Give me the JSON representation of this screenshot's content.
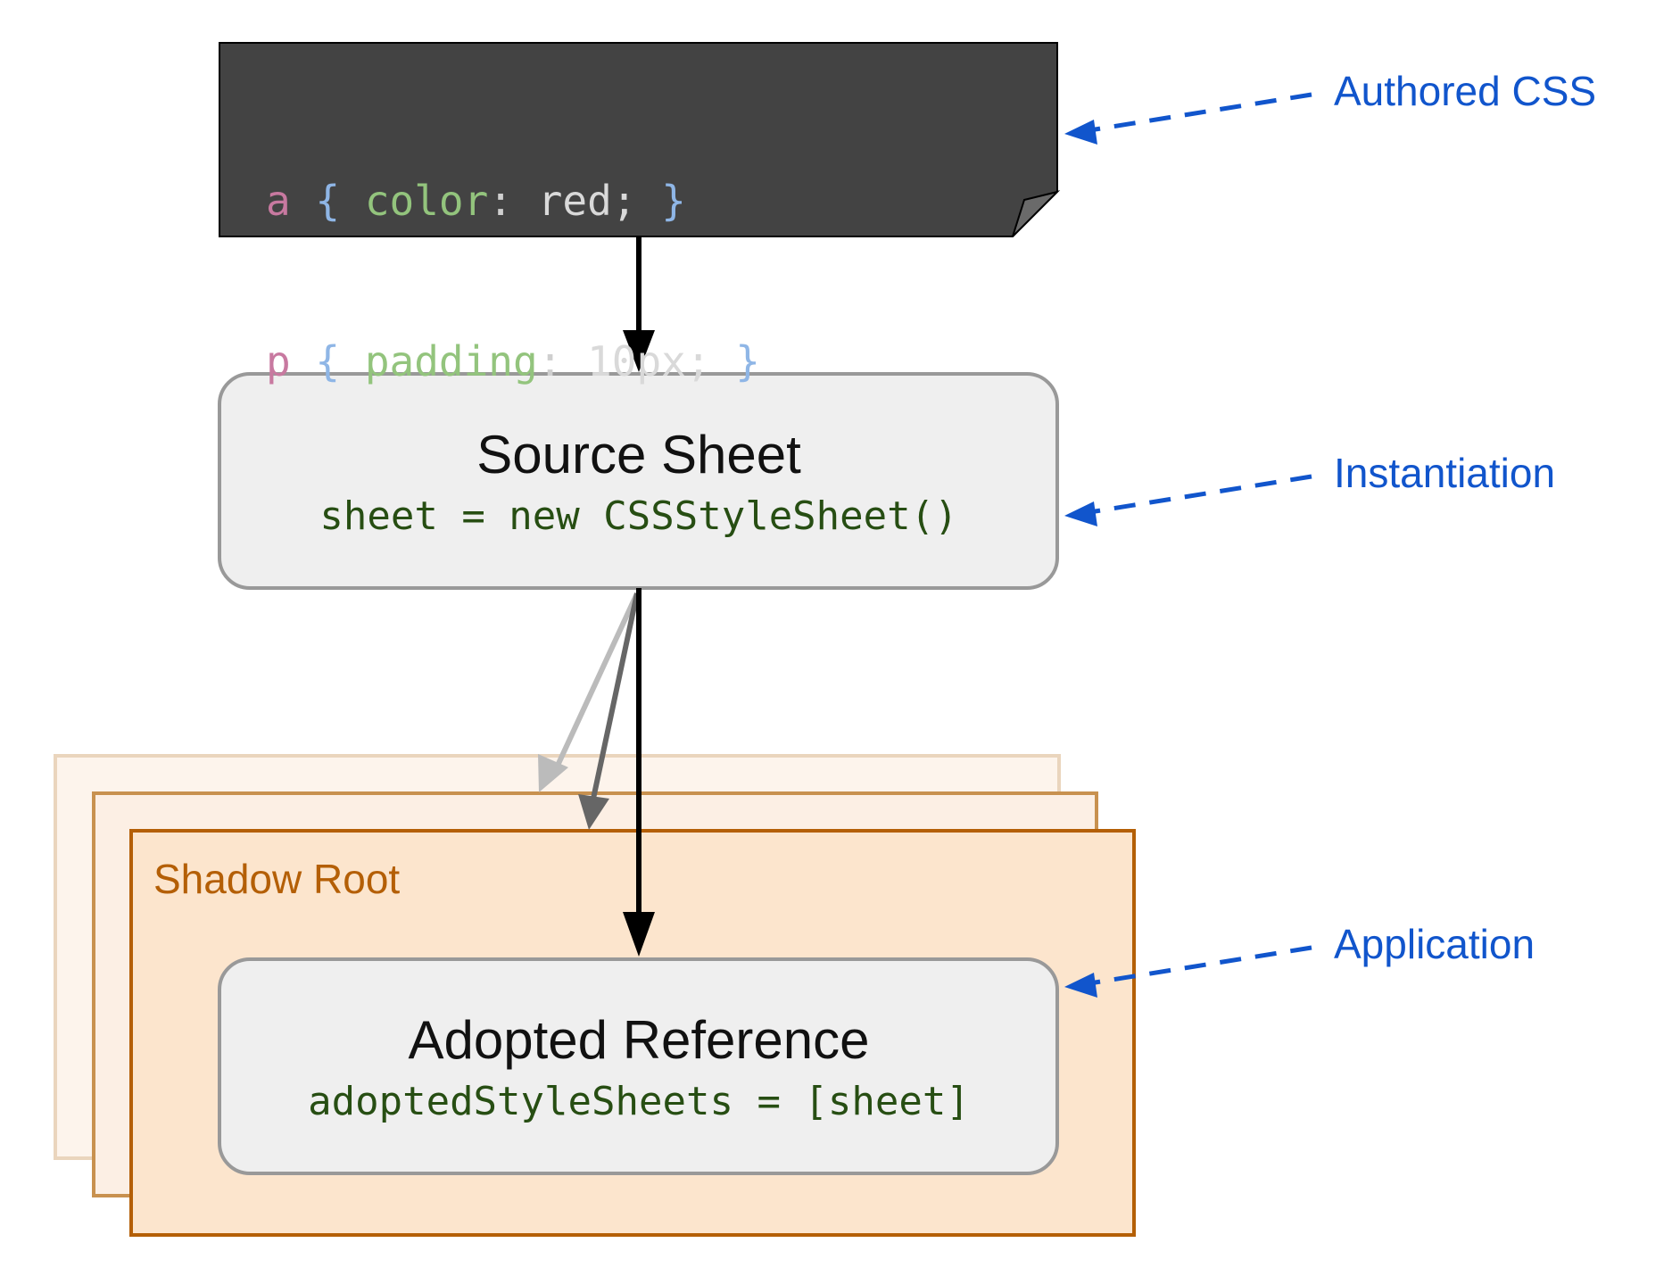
{
  "code_card": {
    "lines": [
      {
        "selector": "a",
        "open": "{",
        "property": "color",
        "colon": ":",
        "value": "red;",
        "close": "}"
      },
      {
        "selector": "p",
        "open": "{",
        "property": "padding",
        "colon": ":",
        "value": "10px;",
        "close": "}"
      }
    ]
  },
  "source_sheet": {
    "title": "Source Sheet",
    "code": "sheet = new CSSStyleSheet()"
  },
  "shadow_root": {
    "label": "Shadow Root"
  },
  "adopted_reference": {
    "title": "Adopted Reference",
    "code": "adoptedStyleSheets = [sheet]"
  },
  "callouts": {
    "authored": "Authored CSS",
    "instantiation": "Instantiation",
    "application": "Application"
  },
  "colors": {
    "code_bg": "#434343",
    "box_fill": "#efefef",
    "box_stroke": "#999999",
    "shadow_stroke": "#b45f06",
    "shadow_fill": "#fce5cd",
    "callout": "#1155cc",
    "code_text": "#274e13"
  }
}
